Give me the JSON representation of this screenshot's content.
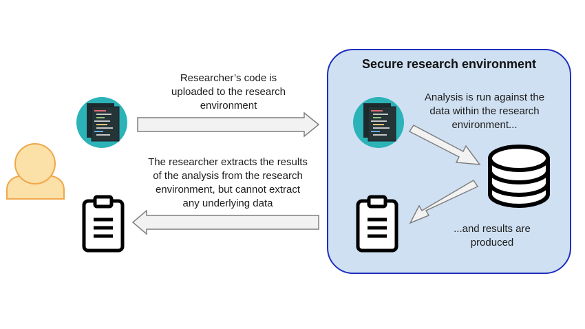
{
  "secure_environment": {
    "title": "Secure research environment"
  },
  "captions": {
    "upload_lines": [
      "Researcher’s code is",
      "uploaded to the research",
      "environment"
    ],
    "extract_lines": [
      "The researcher extracts the results",
      "of the analysis from the research",
      "environment, but cannot extract",
      "any underlying data"
    ],
    "analysis_lines": [
      "Analysis is run against the",
      "data within the research",
      "environment..."
    ],
    "results_lines": [
      "...and results are",
      "produced"
    ]
  },
  "icons": {
    "researcher": "person-icon",
    "code": "code-icon",
    "database": "database-icon",
    "results": "clipboard-icon"
  },
  "colors": {
    "box_fill": "#cfe0f2",
    "box_border": "#1f2fbf",
    "person_fill": "#fbe0a8",
    "person_stroke": "#f0a74a",
    "code_circle": "#2bb3b8",
    "arrow_fill": "#f2f2f2",
    "arrow_stroke": "#7f7f7f"
  }
}
